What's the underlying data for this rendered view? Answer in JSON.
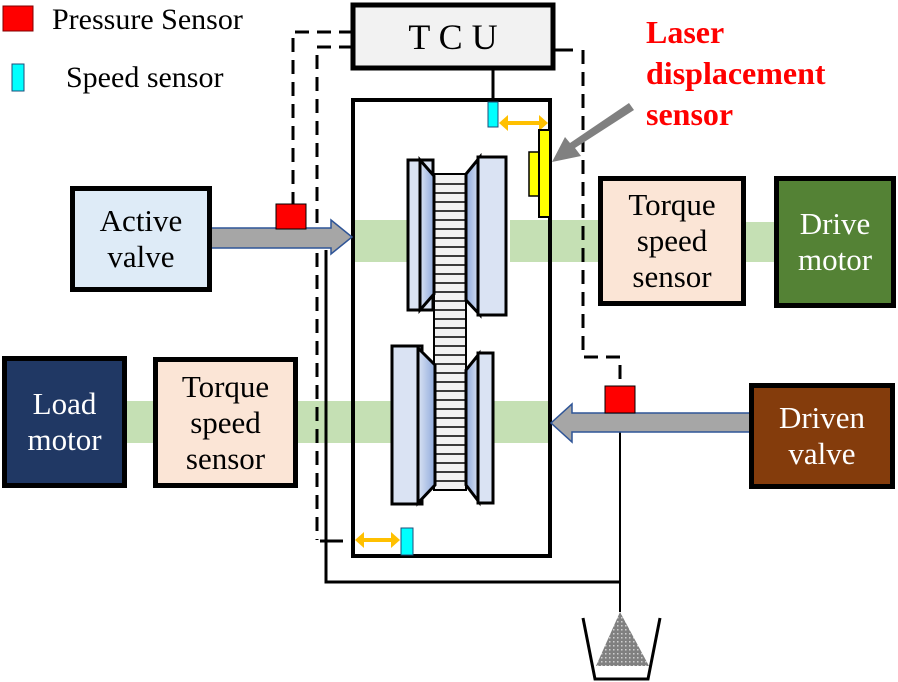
{
  "legend": {
    "pressure_sensor": {
      "label": "Pressure Sensor",
      "color": "#ff0000"
    },
    "speed_sensor": {
      "label": "Speed sensor",
      "color": "#00ffff"
    }
  },
  "tcu": {
    "label": "T C U",
    "fill": "#f2f2f2"
  },
  "laser_sensor": {
    "lines": [
      "Laser",
      "displacement",
      "sensor"
    ],
    "color": "#ff0000",
    "body_color": "#ffff00"
  },
  "active_valve": {
    "lines": [
      "Active",
      "valve"
    ],
    "fill": "#deebf7"
  },
  "drive_torque_sensor": {
    "lines": [
      "Torque",
      "speed",
      "sensor"
    ],
    "fill": "#fbe5d6"
  },
  "drive_motor": {
    "lines": [
      "Drive",
      "motor"
    ],
    "fill": "#548235",
    "text_color": "#ffffff"
  },
  "load_motor": {
    "lines": [
      "Load",
      "motor"
    ],
    "fill": "#203864",
    "text_color": "#ffffff"
  },
  "load_torque_sensor": {
    "lines": [
      "Torque",
      "speed",
      "sensor"
    ],
    "fill": "#fbe5d6"
  },
  "driven_valve": {
    "lines": [
      "Driven",
      "valve"
    ],
    "fill": "#843c0c",
    "text_color": "#ffffff"
  },
  "colors": {
    "shaft": "#c5e0b4",
    "pulley": "#dae3f3",
    "pulley_edge": "#8faadc",
    "belt": "#f2f2f2",
    "oil_arrow": "#a6a6a6",
    "oil_arrow_edge": "#2f5597",
    "displacement_arrow": "#ffc000",
    "pointer_arrow": "#808080",
    "oil": "#808080"
  }
}
